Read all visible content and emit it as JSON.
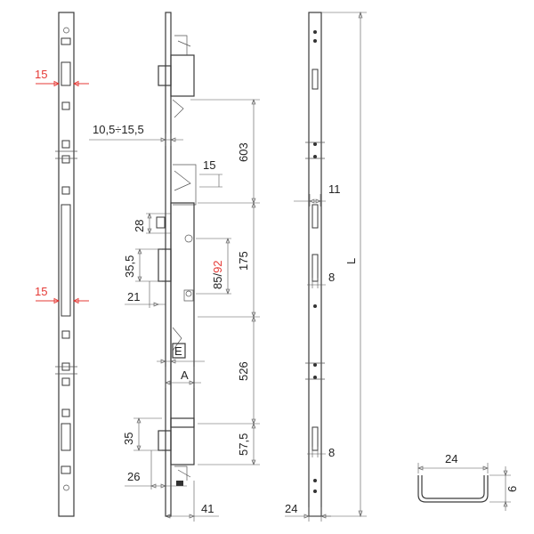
{
  "colors": {
    "line": "#3a3a3a",
    "dimension": "#555555",
    "highlight": "#e53935",
    "background": "#ffffff"
  },
  "dimensions": {
    "strip_width_top": "15",
    "strip_width_mid": "15",
    "backset_range": "10,5÷15,5",
    "dist_603": "603",
    "dist_15": "15",
    "dist_28": "28",
    "dist_175": "175",
    "dist_35_5": "35,5",
    "dist_85": "85/",
    "dist_92": "92",
    "dist_21": "21",
    "label_E": "E",
    "label_A": "A",
    "dist_526": "526",
    "dist_35": "35",
    "dist_57_5": "57,5",
    "dist_26": "26",
    "dist_41": "41",
    "dist_11": "11",
    "dist_L": "L",
    "dist_8_upper": "8",
    "dist_8_lower": "8",
    "dist_24_front": "24",
    "profile_width": "24",
    "profile_height": "6"
  }
}
